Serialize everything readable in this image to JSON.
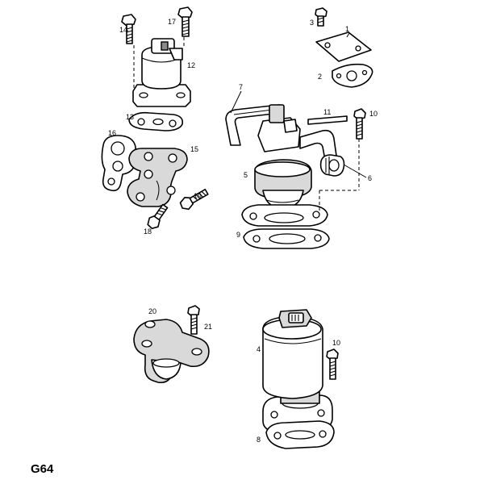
{
  "sheet": {
    "code": "G64"
  },
  "callouts": {
    "c1": "1",
    "c2": "2",
    "c3": "3",
    "c4": "4",
    "c5": "5",
    "c6": "6",
    "c7": "7",
    "c8": "8",
    "c9": "9",
    "c10a": "10",
    "c10b": "10",
    "c11": "11",
    "c12": "12",
    "c13": "13",
    "c14": "14",
    "c15": "15",
    "c16": "16",
    "c17": "17",
    "c18": "18",
    "c19": "19",
    "c20": "20",
    "c21": "21"
  },
  "icons": {
    "bolt": "hex-bolt-icon",
    "valve": "egr-valve-icon",
    "gasket": "gasket-icon",
    "flange": "flange-icon"
  },
  "colors": {
    "line": "#000000",
    "fill": "#ffffff",
    "shade": "#d9d9d9"
  }
}
